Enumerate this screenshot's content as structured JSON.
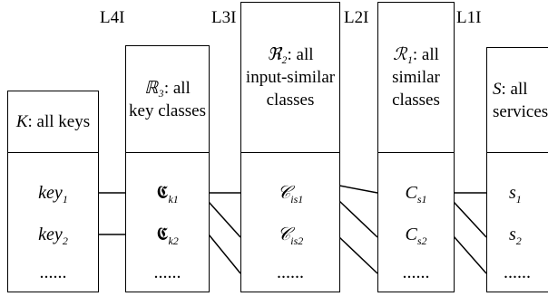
{
  "layer_labels": [
    "L4I",
    "L3I",
    "L2I",
    "L1I"
  ],
  "columns": [
    {
      "symbol": "K",
      "title_lines": [
        ": all keys"
      ],
      "items": [
        {
          "base": "key",
          "sub": "1"
        },
        {
          "base": "key",
          "sub": "2"
        },
        {
          "base": "......",
          "sub": ""
        }
      ]
    },
    {
      "symbol": "ℝ₃",
      "title_lines": [
        ": all",
        "key classes"
      ],
      "items": [
        {
          "base": "𝕮",
          "sub": "k1"
        },
        {
          "base": "𝕮",
          "sub": "k2"
        },
        {
          "base": "......",
          "sub": ""
        }
      ]
    },
    {
      "symbol": "ℜ₂",
      "title_lines": [
        ": all",
        "input-similar",
        "classes"
      ],
      "items": [
        {
          "base": "𝒞",
          "sub": "is1"
        },
        {
          "base": "𝒞",
          "sub": "is2"
        },
        {
          "base": "......",
          "sub": ""
        }
      ]
    },
    {
      "symbol": "ℛ₁",
      "title_lines": [
        ": all",
        "similar",
        "classes"
      ],
      "items": [
        {
          "base": "C",
          "sub": "s1"
        },
        {
          "base": "C",
          "sub": "s2"
        },
        {
          "base": "......",
          "sub": ""
        }
      ]
    },
    {
      "symbol": "S",
      "title_lines": [
        ": all",
        "services"
      ],
      "items": [
        {
          "base": "s",
          "sub": "1"
        },
        {
          "base": "s",
          "sub": "2"
        },
        {
          "base": "......",
          "sub": ""
        }
      ]
    }
  ]
}
